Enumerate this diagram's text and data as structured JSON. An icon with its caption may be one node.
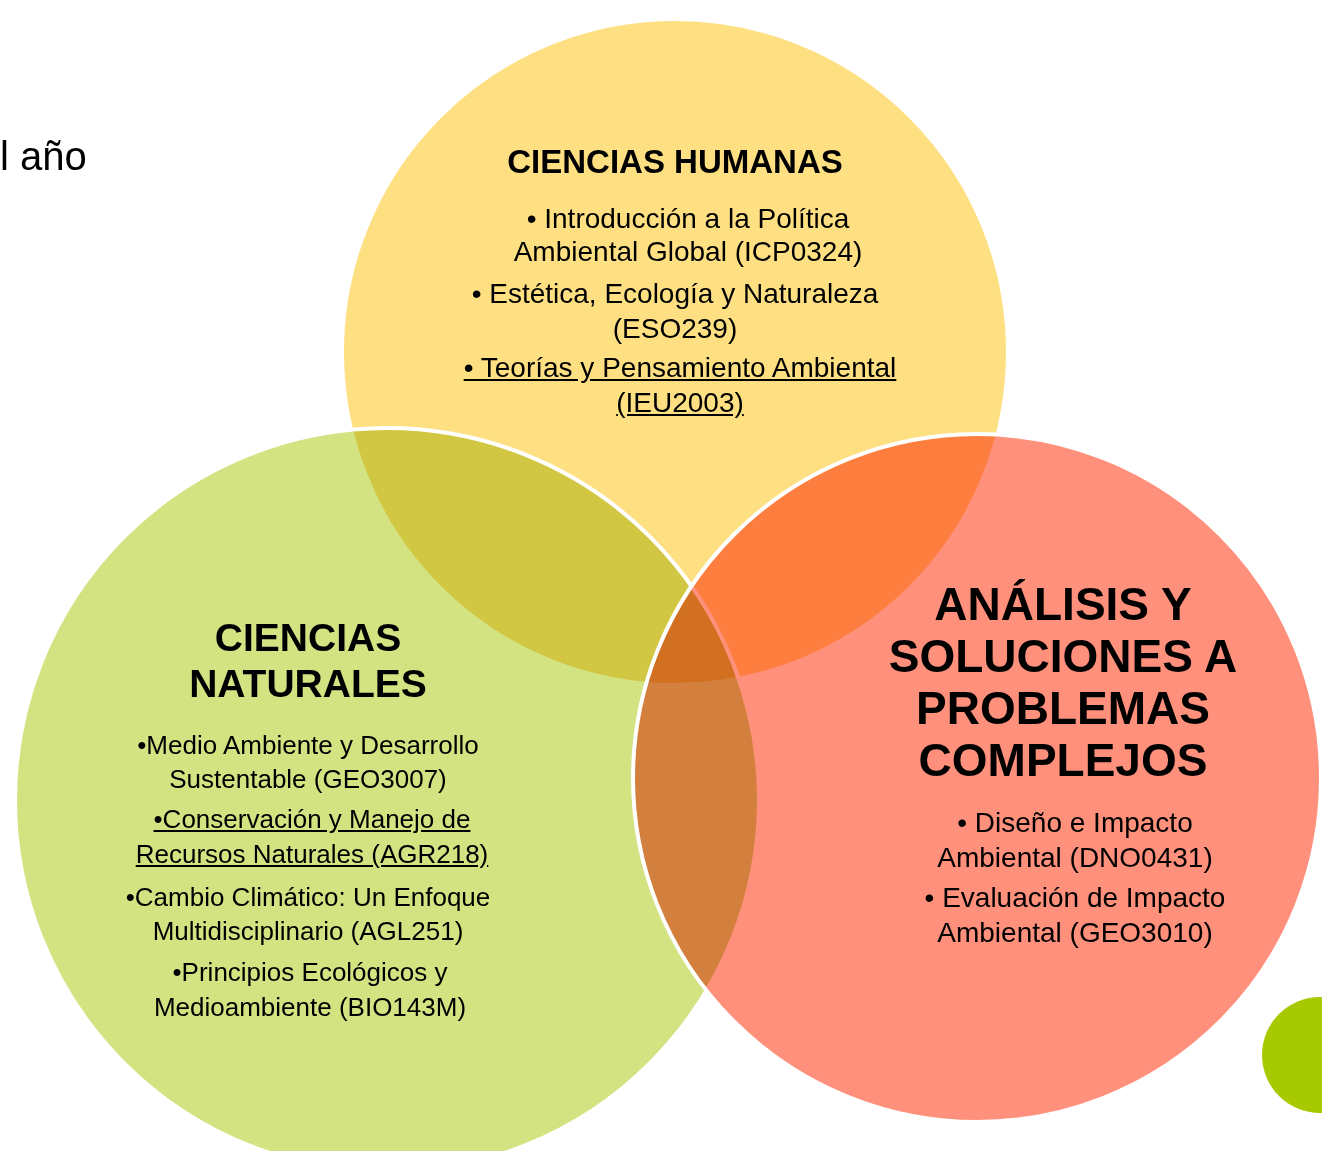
{
  "diagram": {
    "nodes": [
      {
        "text": [
          "CIENCIAS HUMANAS",
          "• Introducción a la Política Ambiental Global (ICP0324)",
          "• Estética, Ecología y Naturaleza (ESO239)",
          "• Teorías y Pensamiento Ambiental (IEU2003)"
        ]
      },
      {
        "text": [
          "CIENCIAS NATURALES",
          "•Medio Ambiente y Desarrollo Sustentable (GEO3007)",
          "•Conservación y Manejo de Recursos Naturales (AGR218)",
          "•Cambio Climático: Un Enfoque Multidisciplinario (AGL251)",
          "•Principios Ecológicos y Medioambiente (BIO143M)"
        ]
      },
      {
        "text": [
          "ANÁLISIS Y SOLUCIONES A PROBLEMAS COMPLEJOS",
          "• Diseño e Impacto Ambiental (DNO0431)",
          "• Evaluación de Impacto Ambiental (GEO3010)"
        ]
      },
      {
        "text": [],
        "shape": "circle"
      }
    ],
    "labels": [
      "l año"
    ]
  }
}
